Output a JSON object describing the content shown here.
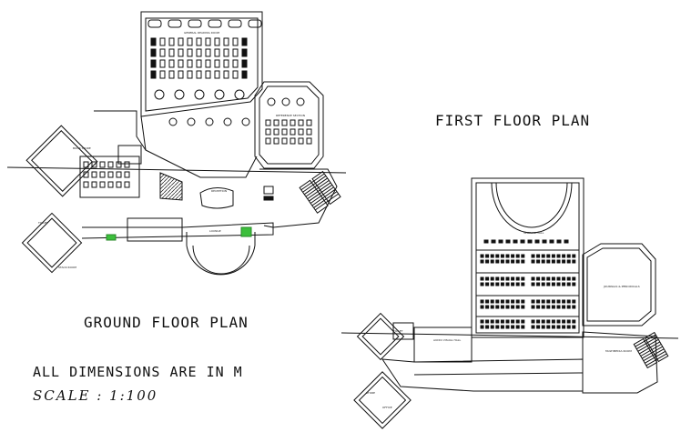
{
  "drawing": {
    "first_floor_title": "FIRST FLOOR PLAN",
    "ground_floor_title": "GROUND FLOOR PLAN",
    "dimensions_note": "ALL DIMENSIONS ARE IN M",
    "scale_note": "SCALE : 1:100"
  },
  "room_tags": {
    "ground_top_hall": "GENERAL READING ROOM",
    "ground_right_room": "REFERENCE SECTION",
    "ground_left_room": "BOOK STORE",
    "ground_center": "RECEPTION",
    "ground_left_toilet": "TOILET",
    "ground_left_room2": "STACK ROOM",
    "ground_bottom_room": "LOUNGE",
    "first_hall": "SEMINAR HALL",
    "first_right_room": "JOURNALS & PERIODICALS",
    "first_left_hall": "AUDIO VISUAL HALL",
    "first_right_lower": "MULTIMEDIA ROOM",
    "first_toilet": "TOILET",
    "first_store": "STORE",
    "first_office": "OFFICE"
  },
  "colors": {
    "line": "#111111",
    "accent_green": "#3cbf3c",
    "background": "#ffffff"
  }
}
